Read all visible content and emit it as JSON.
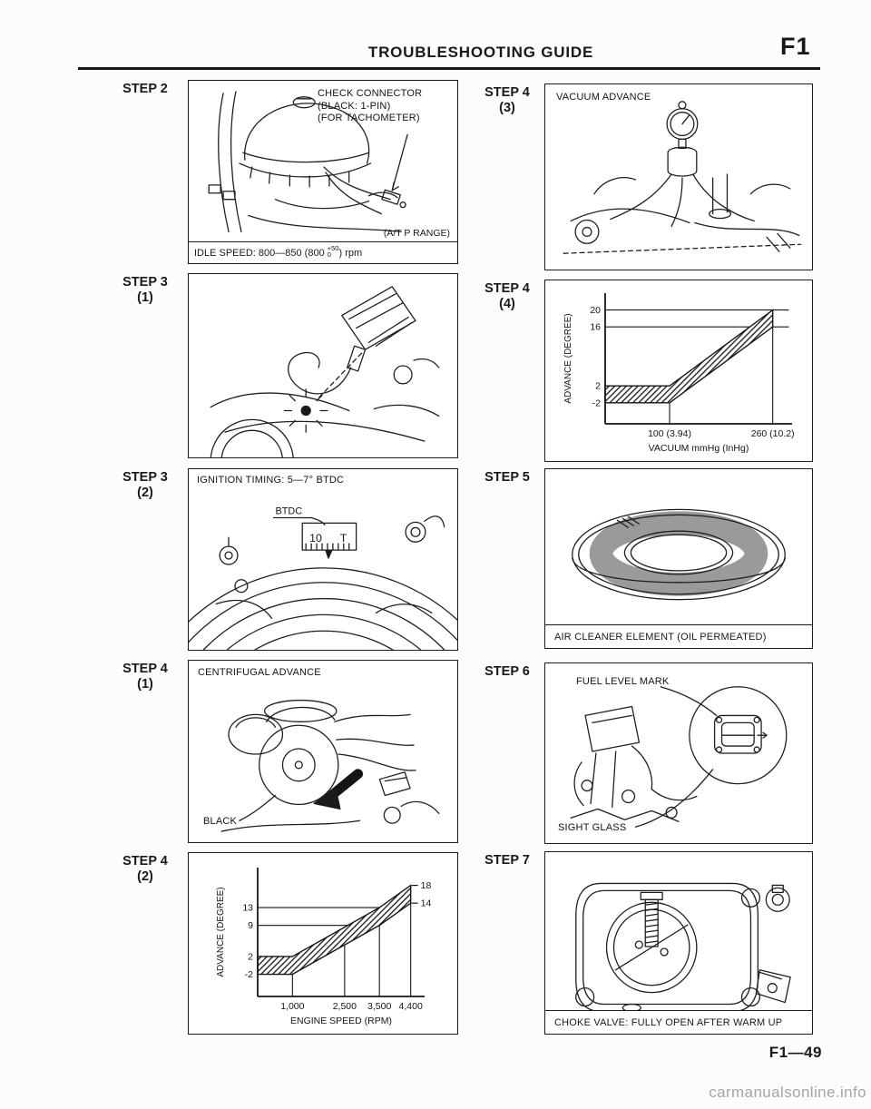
{
  "header": {
    "title": "TROUBLESHOOTING GUIDE",
    "section_code": "F1"
  },
  "footer": {
    "page_code": "F1—49",
    "watermark": "carmanualsonline.info"
  },
  "panels": {
    "step2": {
      "step": "STEP 2",
      "step_sub": "",
      "caption_lines": [
        "CHECK CONNECTOR",
        "(BLACK: 1-PIN)",
        "(FOR TACHOMETER)"
      ],
      "idle": {
        "prefix": "IDLE SPEED: 800—850 (800 ",
        "sup": "+50",
        "sub": "0",
        "suffix": ") rpm",
        "note": "(A/T P RANGE)"
      }
    },
    "step3_1": {
      "step": "STEP 3",
      "step_sub": "(1)"
    },
    "step3_2": {
      "step": "STEP 3",
      "step_sub": "(2)",
      "title": "IGNITION TIMING: 5—7° BTDC",
      "btdc_label": "BTDC",
      "scale_left": "10",
      "scale_right": "T"
    },
    "step4_1": {
      "step": "STEP 4",
      "step_sub": "(1)",
      "title": "CENTRIFUGAL ADVANCE",
      "wire_label": "BLACK"
    },
    "step4_2": {
      "step": "STEP 4",
      "step_sub": "(2)"
    },
    "step4_3": {
      "step": "STEP 4",
      "step_sub": "(3)",
      "title": "VACUUM ADVANCE"
    },
    "step4_4": {
      "step": "STEP 4",
      "step_sub": "(4)"
    },
    "step5": {
      "step": "STEP 5",
      "caption": "AIR CLEANER ELEMENT (OIL PERMEATED)"
    },
    "step6": {
      "step": "STEP 6",
      "fuel_level_label": "FUEL LEVEL MARK",
      "sight_glass_label": "SIGHT GLASS"
    },
    "step7": {
      "step": "STEP 7",
      "caption": "CHOKE VALVE: FULLY OPEN AFTER WARM UP"
    }
  },
  "chart_data": [
    {
      "id": "vacuum_advance",
      "type": "area",
      "title": "",
      "xlabel": "VACUUM mmHg (InHg)",
      "ylabel": "ADVANCE (DEGREE)",
      "xlim": [
        0,
        290
      ],
      "ylim": [
        -7,
        24
      ],
      "grid": false,
      "y_ticks": [
        {
          "v": 20,
          "label": "20"
        },
        {
          "v": 16,
          "label": "16"
        },
        {
          "v": 2,
          "label": "2"
        },
        {
          "v": -2,
          "label": "-2"
        }
      ],
      "x_ticks": [
        {
          "v": 100,
          "label": "100 (3.94)"
        },
        {
          "v": 260,
          "label": "260 (10.2)"
        }
      ],
      "hlines": [
        {
          "y": 20,
          "x1": 0,
          "x2": 285
        },
        {
          "y": 16,
          "x1": 0,
          "x2": 285
        }
      ],
      "vlines": [
        {
          "x": 100,
          "y1": -7,
          "y2": -2
        },
        {
          "x": 260,
          "y1": -7,
          "y2": 16
        }
      ],
      "band_upper": [
        [
          0,
          2
        ],
        [
          100,
          2
        ],
        [
          260,
          20
        ]
      ],
      "band_lower": [
        [
          0,
          -2
        ],
        [
          100,
          -2
        ],
        [
          260,
          16
        ]
      ]
    },
    {
      "id": "centrifugal_advance",
      "type": "area",
      "title": "",
      "xlabel": "ENGINE SPEED (RPM)",
      "ylabel": "ADVANCE (DEGREE)",
      "xlim": [
        0,
        4800
      ],
      "ylim": [
        -7,
        22
      ],
      "grid": false,
      "y_ticks": [
        {
          "v": 13,
          "label": "13"
        },
        {
          "v": 9,
          "label": "9"
        },
        {
          "v": 2,
          "label": "2"
        },
        {
          "v": -2,
          "label": "-2"
        }
      ],
      "y_ticks_right": [
        {
          "v": 18,
          "x": 4400,
          "label": "18"
        },
        {
          "v": 14,
          "x": 4400,
          "label": "14"
        }
      ],
      "x_ticks": [
        {
          "v": 1000,
          "label": "1,000"
        },
        {
          "v": 2500,
          "label": "2,500"
        },
        {
          "v": 3500,
          "label": "3,500"
        },
        {
          "v": 4400,
          "label": "4,400"
        }
      ],
      "hlines": [
        {
          "y": 13,
          "x1": 0,
          "x2": 3500
        },
        {
          "y": 9,
          "x1": 0,
          "x2": 3500
        }
      ],
      "vlines": [
        {
          "x": 1000,
          "y1": -7,
          "y2": -2
        },
        {
          "x": 2500,
          "y1": -7,
          "y2": 4.6
        },
        {
          "x": 3500,
          "y1": -7,
          "y2": 9
        },
        {
          "x": 4400,
          "y1": -7,
          "y2": 14
        }
      ],
      "band_upper": [
        [
          0,
          2
        ],
        [
          1000,
          2
        ],
        [
          3500,
          13
        ],
        [
          4400,
          18
        ]
      ],
      "band_lower": [
        [
          0,
          -2
        ],
        [
          1000,
          -2
        ],
        [
          3500,
          9
        ],
        [
          4400,
          14
        ]
      ]
    }
  ]
}
